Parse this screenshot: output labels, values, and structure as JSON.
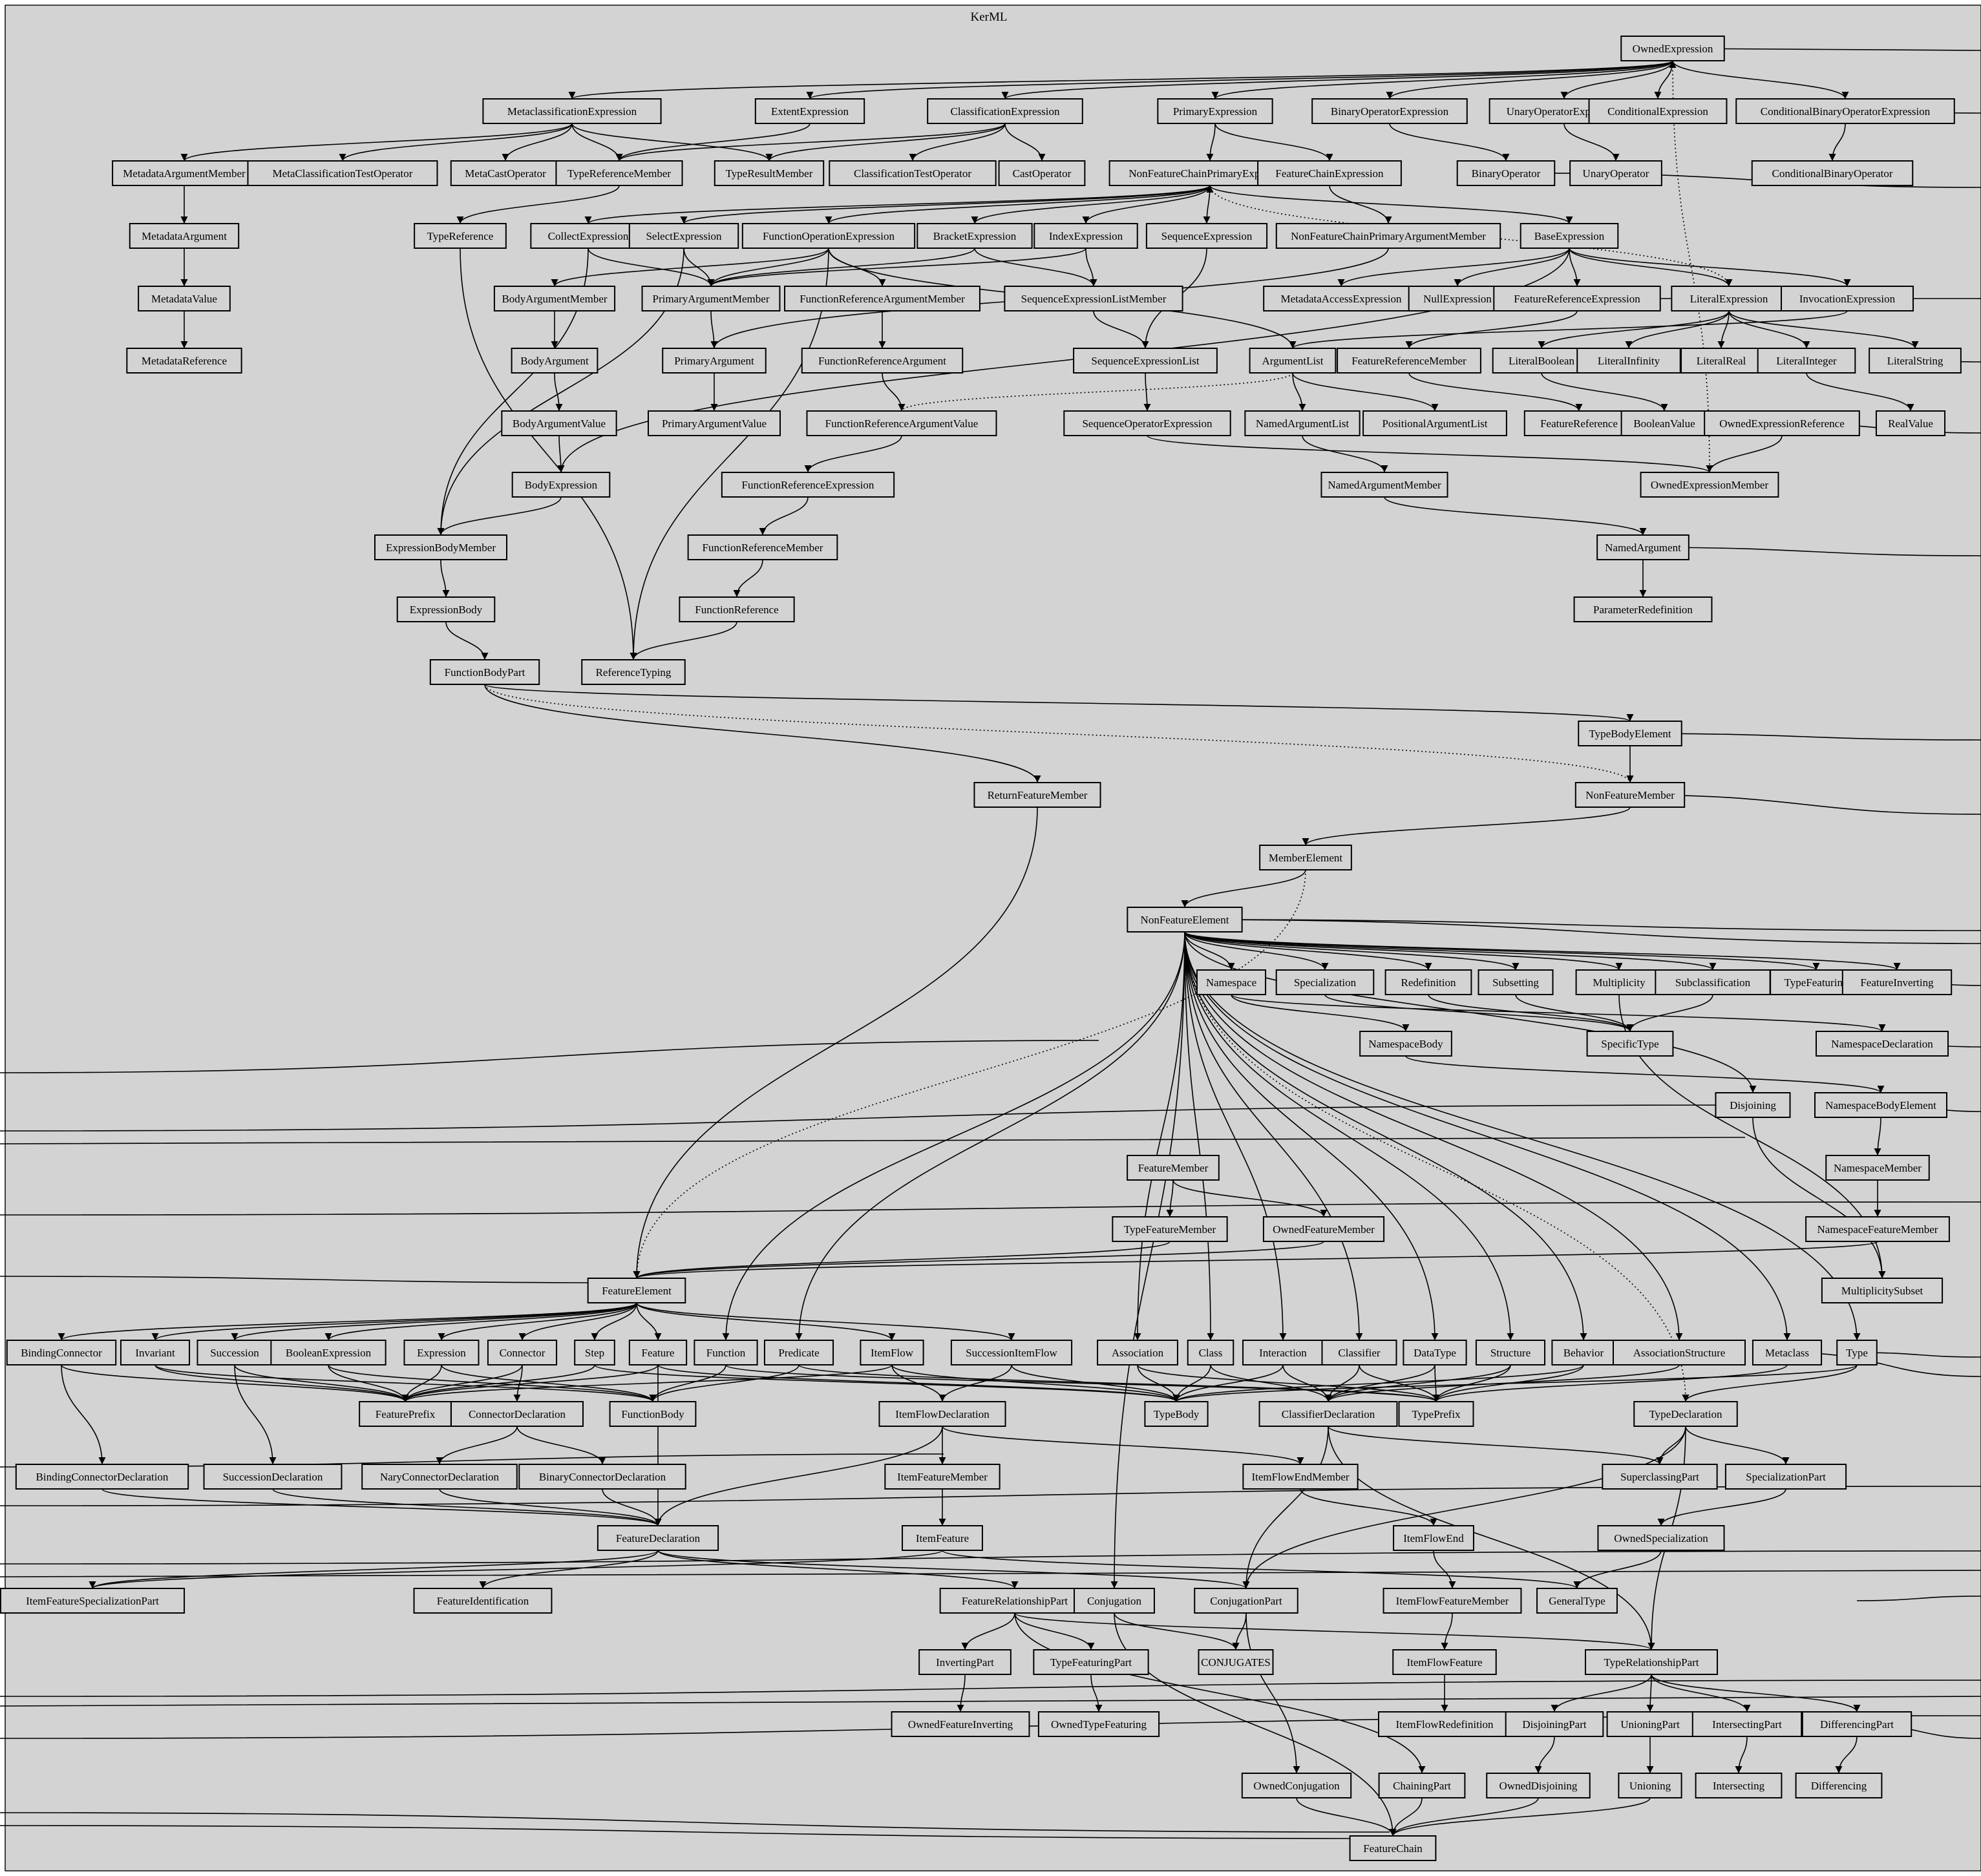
{
  "cluster": {
    "label": "KerML"
  },
  "nodes": [
    "OwnedExpression",
    "MetaclassificationExpression",
    "ExtentExpression",
    "ClassificationExpression",
    "PrimaryExpression",
    "BinaryOperatorExpression",
    "UnaryOperatorExpression",
    "ConditionalExpression",
    "ConditionalBinaryOperatorExpression",
    "MetadataArgumentMember",
    "MetaClassificationTestOperator",
    "MetaCastOperator",
    "TypeReferenceMember",
    "TypeResultMember",
    "ClassificationTestOperator",
    "CastOperator",
    "NonFeatureChainPrimaryExpression",
    "FeatureChainExpression",
    "BinaryOperator",
    "UnaryOperator",
    "ConditionalBinaryOperator",
    "MetadataArgument",
    "TypeReference",
    "CollectExpression",
    "SelectExpression",
    "FunctionOperationExpression",
    "BracketExpression",
    "IndexExpression",
    "SequenceExpression",
    "NonFeatureChainPrimaryArgumentMember",
    "BaseExpression",
    "MetadataValue",
    "BodyArgumentMember",
    "PrimaryArgumentMember",
    "FunctionReferenceArgumentMember",
    "SequenceExpressionListMember",
    "MetadataAccessExpression",
    "NullExpression",
    "FeatureReferenceExpression",
    "LiteralExpression",
    "InvocationExpression",
    "MetadataReference",
    "BodyArgument",
    "PrimaryArgument",
    "FunctionReferenceArgument",
    "SequenceExpressionList",
    "ArgumentList",
    "FeatureReferenceMember",
    "LiteralBoolean",
    "LiteralInfinity",
    "LiteralReal",
    "LiteralInteger",
    "LiteralString",
    "BodyArgumentValue",
    "PrimaryArgumentValue",
    "FunctionReferenceArgumentValue",
    "SequenceOperatorExpression",
    "NamedArgumentList",
    "PositionalArgumentList",
    "FeatureReference",
    "BooleanValue",
    "OwnedExpressionReference",
    "RealValue",
    "BodyExpression",
    "FunctionReferenceExpression",
    "NamedArgumentMember",
    "OwnedExpressionMember",
    "ExpressionBodyMember",
    "FunctionReferenceMember",
    "NamedArgument",
    "ExpressionBody",
    "FunctionReference",
    "ParameterRedefinition",
    "FunctionBodyPart",
    "ReferenceTyping",
    "TypeBodyElement",
    "ReturnFeatureMember",
    "NonFeatureMember",
    "MemberElement",
    "NonFeatureElement",
    "Namespace",
    "Specialization",
    "Redefinition",
    "Subsetting",
    "Multiplicity",
    "Subclassification",
    "TypeFeaturing",
    "FeatureInverting",
    "NamespaceBody",
    "SpecificType",
    "NamespaceDeclaration",
    "Disjoining",
    "NamespaceBodyElement",
    "FeatureMember",
    "NamespaceMember",
    "TypeFeatureMember",
    "OwnedFeatureMember",
    "NamespaceFeatureMember",
    "FeatureElement",
    "MultiplicitySubset",
    "BindingConnector",
    "Invariant",
    "Succession",
    "BooleanExpression",
    "Expression",
    "Connector",
    "Step",
    "Feature",
    "Function",
    "Predicate",
    "ItemFlow",
    "SuccessionItemFlow",
    "Association",
    "Class",
    "Interaction",
    "Classifier",
    "DataType",
    "Structure",
    "Behavior",
    "AssociationStructure",
    "Metaclass",
    "Type",
    "FeaturePrefix",
    "ConnectorDeclaration",
    "FunctionBody",
    "ItemFlowDeclaration",
    "TypeBody",
    "ClassifierDeclaration",
    "TypePrefix",
    "TypeDeclaration",
    "BindingConnectorDeclaration",
    "SuccessionDeclaration",
    "NaryConnectorDeclaration",
    "BinaryConnectorDeclaration",
    "ItemFeatureMember",
    "ItemFlowEndMember",
    "SuperclassingPart",
    "SpecializationPart",
    "FeatureDeclaration",
    "ItemFeature",
    "ItemFlowEnd",
    "OwnedSpecialization",
    "ItemFeatureSpecializationPart",
    "FeatureIdentification",
    "FeatureRelationshipPart",
    "Conjugation",
    "ConjugationPart",
    "ItemFlowFeatureMember",
    "GeneralType",
    "InvertingPart",
    "TypeFeaturingPart",
    "CONJUGATES",
    "ItemFlowFeature",
    "TypeRelationshipPart",
    "OwnedFeatureInverting",
    "OwnedTypeFeaturing",
    "ItemFlowRedefinition",
    "DisjoiningPart",
    "UnioningPart",
    "IntersectingPart",
    "DifferencingPart",
    "OwnedConjugation",
    "ChainingPart",
    "OwnedDisjoining",
    "Unioning",
    "Intersecting",
    "Differencing",
    "FeatureChain"
  ]
}
